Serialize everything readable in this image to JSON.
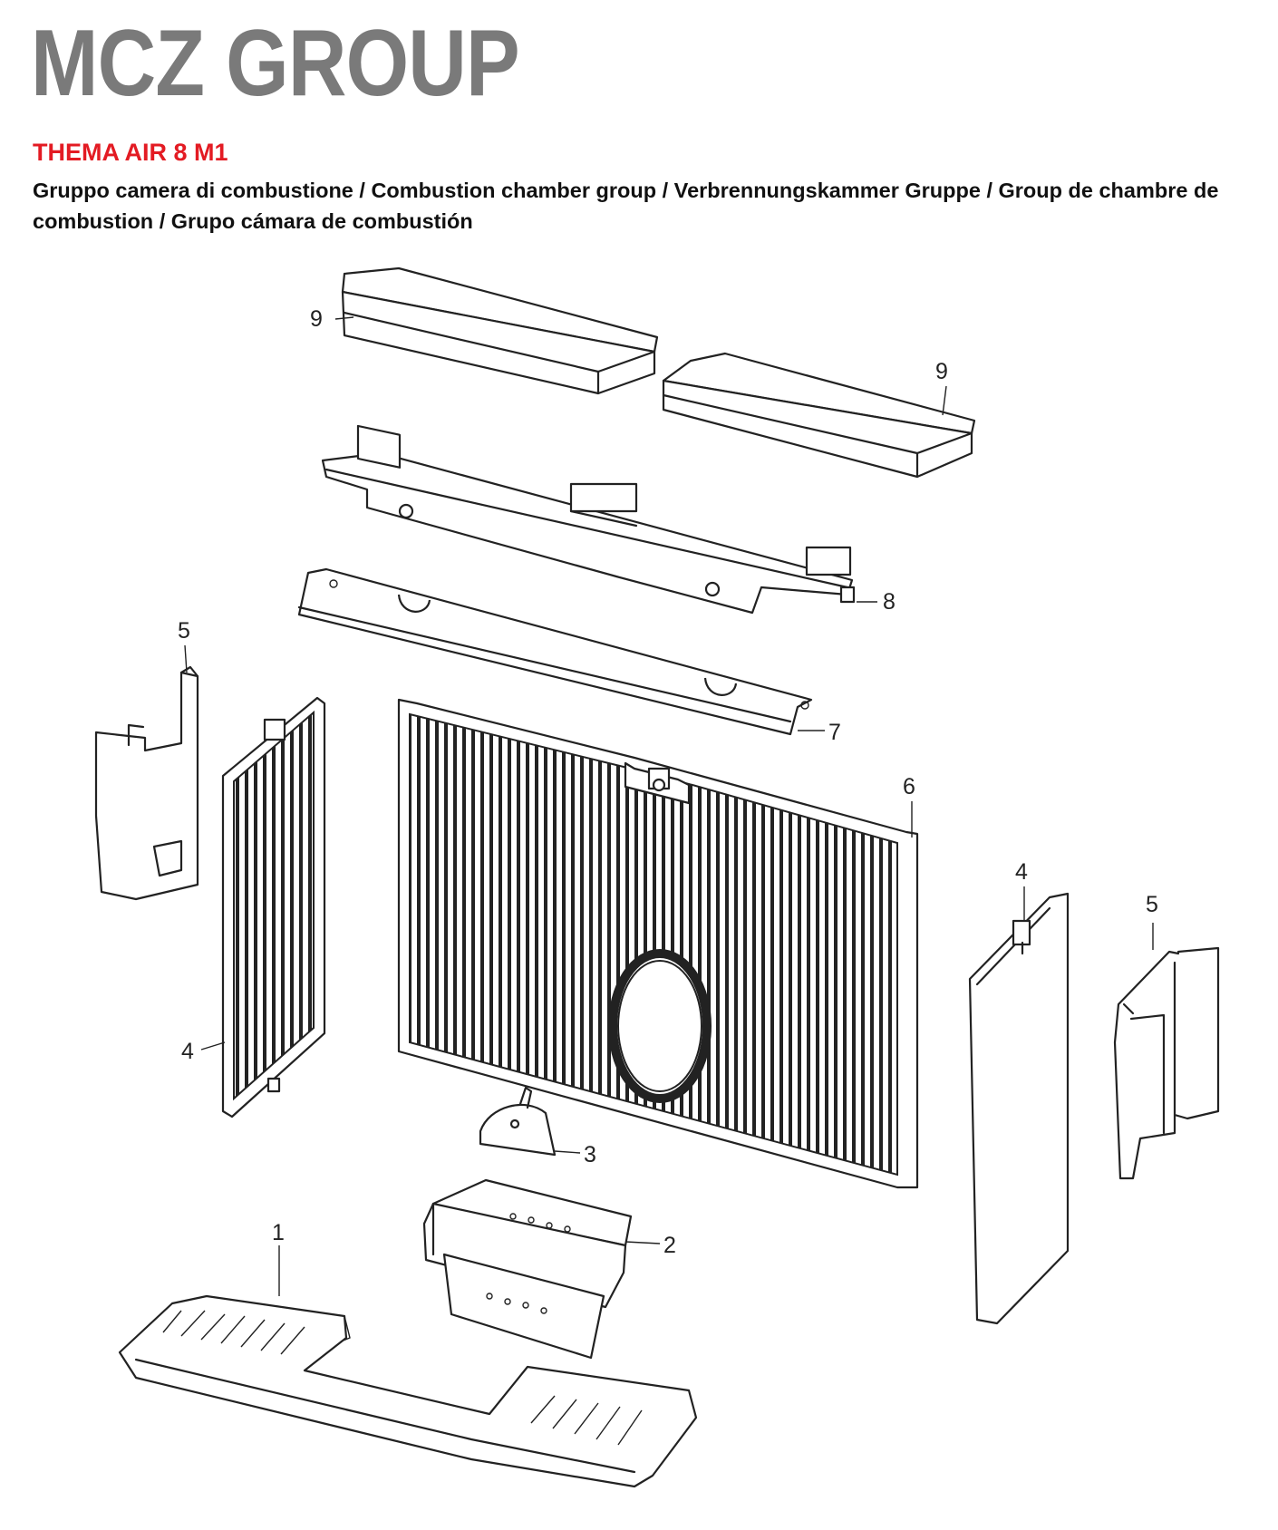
{
  "header": {
    "brand": "MCZ GROUP",
    "model": "THEMA AIR 8 M1",
    "subtitle": "Gruppo camera di combustione / Combustion chamber group / Verbrennungskammer Gruppe / Group de chambre de combustion / Grupo cámara de combustión"
  },
  "colors": {
    "brand_grey": "#7a7a7a",
    "model_red": "#e31b23",
    "text_black": "#111111"
  },
  "callouts": {
    "part_1": "1",
    "part_2": "2",
    "part_3": "3",
    "part_4_left": "4",
    "part_4_right": "4",
    "part_5_left": "5",
    "part_5_right": "5",
    "part_6": "6",
    "part_7": "7",
    "part_8": "8",
    "part_9_left": "9",
    "part_9_right": "9"
  }
}
